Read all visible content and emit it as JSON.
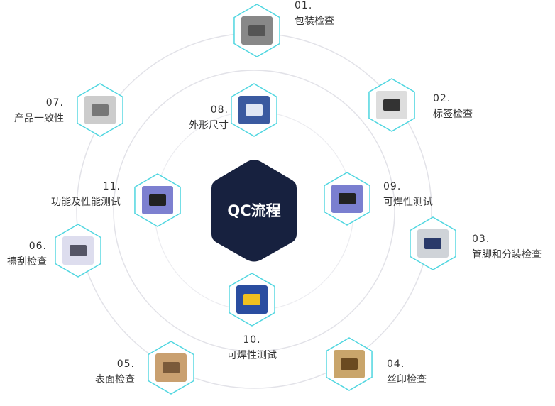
{
  "title": "QC流程",
  "colors": {
    "center": "#17213f",
    "hex_border": "#4fd6e0",
    "ring": "#e2e2e8"
  },
  "steps": [
    {
      "num": "01.",
      "label": "包装检查",
      "icon": "package-chip-image"
    },
    {
      "num": "02.",
      "label": "标签检查",
      "icon": "label-chip-image"
    },
    {
      "num": "03.",
      "label": "管脚和分装检查",
      "icon": "pin-inspection-machine-image"
    },
    {
      "num": "04.",
      "label": "丝印检查",
      "icon": "silkscreen-die-image"
    },
    {
      "num": "05.",
      "label": "表面检查",
      "icon": "surface-die-image"
    },
    {
      "num": "06.",
      "label": "擦刮检查",
      "icon": "scratch-test-machine-image"
    },
    {
      "num": "07.",
      "label": "产品一致性",
      "icon": "consistency-machine-image"
    },
    {
      "num": "08.",
      "label": "外形尺寸",
      "icon": "dimension-screen-image"
    },
    {
      "num": "09.",
      "label": "可焊性测试",
      "icon": "solderability-chip-image"
    },
    {
      "num": "10.",
      "label": "可焊性测试",
      "icon": "solder-pot-image"
    },
    {
      "num": "11.",
      "label": "功能及性能测试",
      "icon": "function-chip-image"
    }
  ]
}
